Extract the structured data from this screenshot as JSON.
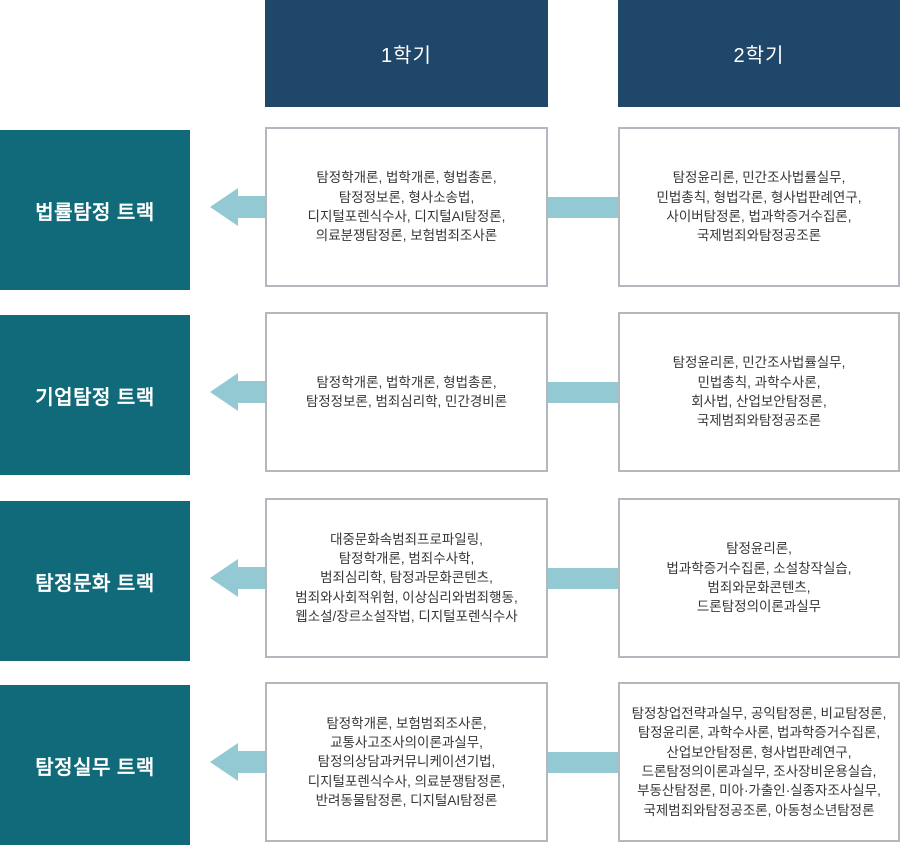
{
  "headers": {
    "sem1": "1학기",
    "sem2": "2학기"
  },
  "tracks": [
    {
      "label": "법률탐정 트랙",
      "sem1_courses": [
        "탐정학개론, 법학개론, 형법총론,",
        "탐정정보론, 형사소송법,",
        "디지털포렌식수사, 디지털AI탐정론,",
        "의료분쟁탐정론, 보험범죄조사론"
      ],
      "sem2_courses": [
        "탐정윤리론, 민간조사법률실무,",
        "민법총칙, 형법각론, 형사법판례연구,",
        "사이버탐정론, 법과학증거수집론,",
        "국제범죄와탐정공조론"
      ]
    },
    {
      "label": "기업탐정 트랙",
      "sem1_courses": [
        "탐정학개론, 법학개론, 형법총론,",
        "탐정정보론, 범죄심리학, 민간경비론"
      ],
      "sem2_courses": [
        "탐정윤리론, 민간조사법률실무,",
        "민법총칙, 과학수사론,",
        "회사법, 산업보안탐정론,",
        "국제범죄와탐정공조론"
      ]
    },
    {
      "label": "탐정문화 트랙",
      "sem1_courses": [
        "대중문화속범죄프로파일링,",
        "탐정학개론, 범죄수사학,",
        "범죄심리학, 탐정과문화콘텐츠,",
        "범죄와사회적위험, 이상심리와범죄행동,",
        "웹소설/장르소설작법, 디지털포렌식수사"
      ],
      "sem2_courses": [
        "탐정윤리론,",
        "법과학증거수집론, 소설창작실습,",
        "범죄와문화콘텐츠,",
        "드론탐정의이론과실무"
      ]
    },
    {
      "label": "탐정실무 트랙",
      "sem1_courses": [
        "탐정학개론, 보험범죄조사론,",
        "교통사고조사의이론과실무,",
        "탐정의상담과커뮤니케이션기법,",
        "디지털포렌식수사, 의료분쟁탐정론,",
        "반려동물탐정론, 디지털AI탐정론"
      ],
      "sem2_courses": [
        "탐정창업전략과실무, 공익탐정론, 비교탐정론,",
        "탐정윤리론, 과학수사론, 법과학증거수집론,",
        "산업보안탐정론, 형사법판례연구,",
        "드론탐정의이론과실무, 조사장비운용실습,",
        "부동산탐정론, 미아·가출인·실종자조사실무,",
        "국제범죄와탐정공조론, 아동청소년탐정론"
      ]
    }
  ],
  "colors": {
    "semester_header_bg": "#1f476a",
    "track_label_bg": "#116a7a",
    "arrow_and_band": "#92c9d3",
    "box_border": "#b2b8be",
    "course_text": "#363636",
    "header_text": "#ffffff"
  }
}
